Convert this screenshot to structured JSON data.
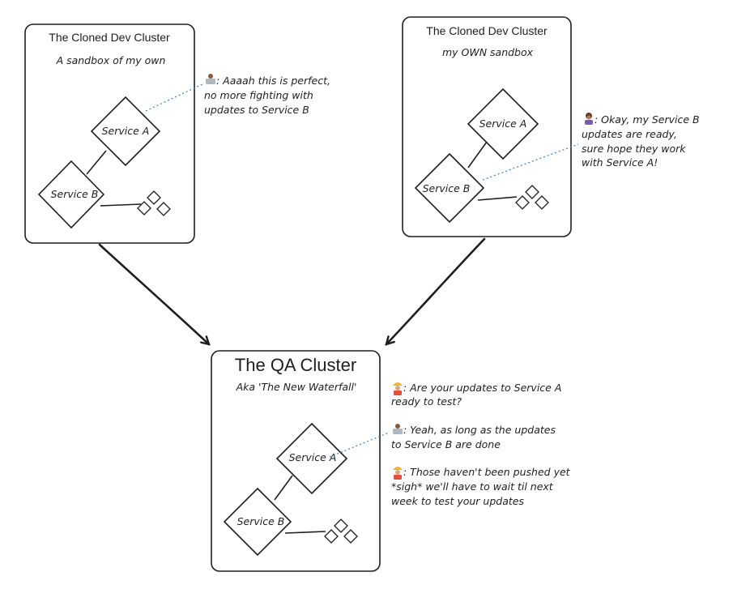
{
  "clusters": {
    "dev_a": {
      "title": "The Cloned Dev Cluster",
      "subtitle": "A sandbox of my own",
      "service_a": "Service A",
      "service_b": "Service B"
    },
    "dev_b": {
      "title": "The Cloned Dev Cluster",
      "subtitle": "my OWN sandbox",
      "service_a": "Service A",
      "service_b": "Service B"
    },
    "qa": {
      "title": "The QA Cluster",
      "subtitle": "Aka 'The New Waterfall'",
      "service_a": "Service A",
      "service_b": "Service B"
    }
  },
  "notes": {
    "dev_a": {
      "icon": "developer-at-laptop-icon",
      "lines": [
        ": Aaaah this is perfect,",
        "no more fighting with",
        "updates to Service B"
      ]
    },
    "dev_b": {
      "icon": "woman-developer-icon",
      "lines": [
        ": Okay, my Service B",
        "updates are ready,",
        "sure hope they work",
        "with Service A!"
      ]
    },
    "qa_1": {
      "icon": "construction-worker-icon",
      "lines": [
        ": Are your updates to Service A",
        "ready to test?"
      ]
    },
    "qa_2": {
      "icon": "developer-at-laptop-icon",
      "lines": [
        ": Yeah, as long as the updates",
        "to Service B are done"
      ]
    },
    "qa_3": {
      "icon": "construction-worker-icon",
      "lines": [
        ": Those haven't been pushed yet",
        "*sigh* we'll have to wait til next",
        "week to test your updates"
      ]
    }
  },
  "colors": {
    "stroke": "#1e1e1e",
    "dotted_connector": "#3b82c4",
    "background": "#ffffff"
  }
}
